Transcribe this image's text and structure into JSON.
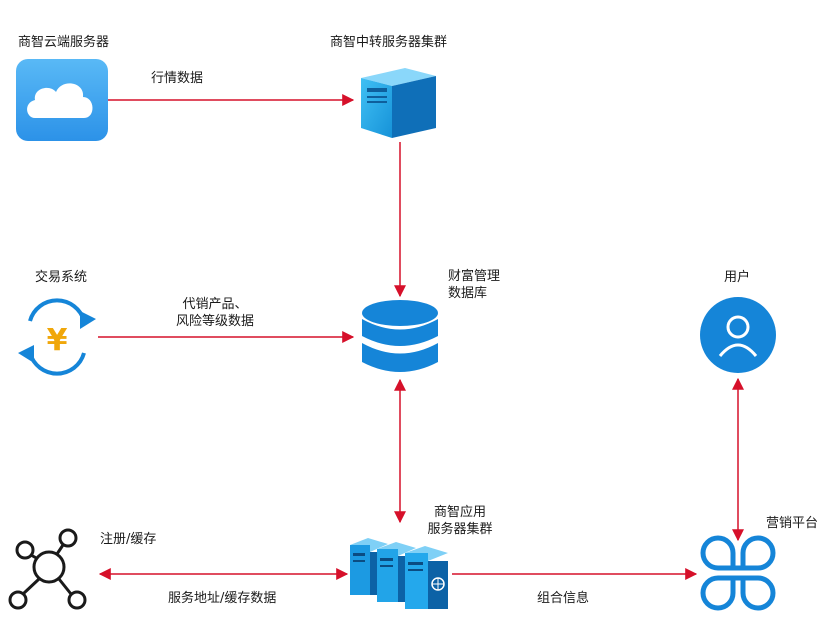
{
  "nodes": {
    "cloud": {
      "label": "商智云端服务器"
    },
    "relay": {
      "label": "商智中转服务器集群"
    },
    "trade": {
      "label": "交易系统"
    },
    "db": {
      "label_line1": "财富管理",
      "label_line2": "数据库"
    },
    "user": {
      "label": "用户"
    },
    "registry": {
      "label": "注册/缓存"
    },
    "app": {
      "label_line1": "商智应用",
      "label_line2": "服务器集群"
    },
    "marketing": {
      "label": "营销平台"
    }
  },
  "edges": {
    "market_data": "行情数据",
    "agency_line1": "代销产品、",
    "agency_line2": "风险等级数据",
    "service_addr": "服务地址/缓存数据",
    "combo_info": "组合信息"
  },
  "colors": {
    "arrow": "#d6102a",
    "blue": "#1585d8",
    "yuan": "#f0a70a"
  }
}
